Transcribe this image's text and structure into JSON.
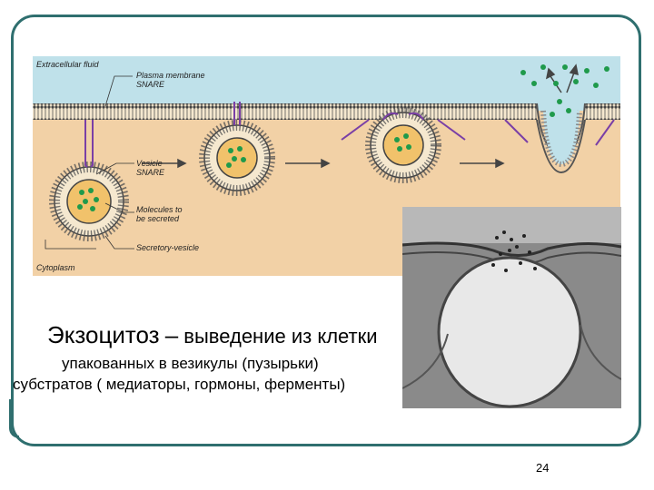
{
  "diagram": {
    "labels": {
      "extracellular": "Extracellular fluid",
      "plasma_membrane": "Plasma membrane",
      "snare_top": "SNARE",
      "vesicle": "Vesicle",
      "snare_vesicle": "SNARE",
      "molecules": "Molecules to",
      "molecules_2": "be secreted",
      "secretory_vesicle": "Secretory-vesicle",
      "cytoplasm": "Cytoplasm"
    },
    "colors": {
      "extracellular": "#bfe1ea",
      "cytoplasm": "#f2d1a6",
      "molecule": "#1f9a4b",
      "vesicle_lumen": "#f1c26b",
      "snare": "#7a3fa6"
    }
  },
  "caption": {
    "title": "Экзоцитоз",
    "dash": "–",
    "line1_rest": "выведение из клетки",
    "line2": "упакованных в везикулы (пузырьки)",
    "line3": "субстратов ( медиаторы, гормоны, ферменты)"
  },
  "page_number": "24"
}
